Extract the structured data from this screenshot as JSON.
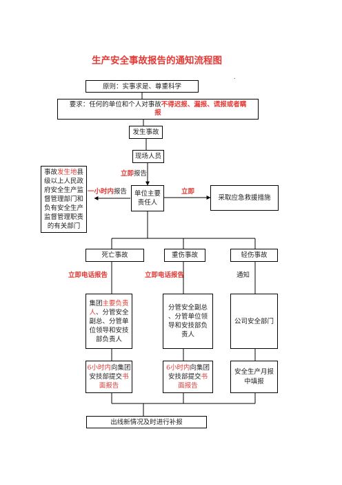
{
  "title": "生产安全事故报告的通知流程图",
  "dot": ".",
  "principle": "原则：实事求是、尊重科学",
  "requirement": {
    "prefix": "要求：任何的单位和个人对事故",
    "emph_line1": "不得迟报、漏报、谎报或者瞒",
    "emph_line2": "报"
  },
  "accident": "发生事故",
  "onsite": "现场人员",
  "report_immediately": {
    "emph": "立即",
    "rest": "报告"
  },
  "responsible": {
    "line1": "单位主要",
    "line2": "责任人"
  },
  "one_hour": {
    "emph": "一小时内",
    "rest": "报告"
  },
  "immediately": "立即",
  "emergency": "采取应急救援措施",
  "gov": {
    "pre": "事故",
    "emph": "发生地",
    "line1_post": "县",
    "line2": "级以上人民政",
    "line3": "府安全生产监",
    "line4": "督管理部门和",
    "line5": "负有安全生产",
    "line6": "监督管理职责",
    "line7": "的有关部门"
  },
  "columns": {
    "death": "死亡事故",
    "serious": "重伤事故",
    "minor": "轻伤事故"
  },
  "phone_report": "立即电话报告",
  "notify": "通知",
  "death_notify": {
    "pre": "集团",
    "emph1": "主要负责",
    "emph2": "人",
    "l2rest": "、分管安全",
    "l3": "副总、分管单",
    "l4": "位领导和安技",
    "l5": "部负责人"
  },
  "serious_notify": {
    "l1": "分管安全副总",
    "l2": "、分管单位领",
    "l3": "导和安技部负",
    "l4": "责人"
  },
  "minor_notify": "公司安全部门",
  "written": {
    "emph1": "6小时内",
    "rest1": "向集团",
    "l2pre": "安技部提交",
    "emph2": "书",
    "emph3": "面报告"
  },
  "monthly": {
    "l1": "安全生产月报",
    "l2": "中填报"
  },
  "supplement": "出线新情况及时进行补报"
}
